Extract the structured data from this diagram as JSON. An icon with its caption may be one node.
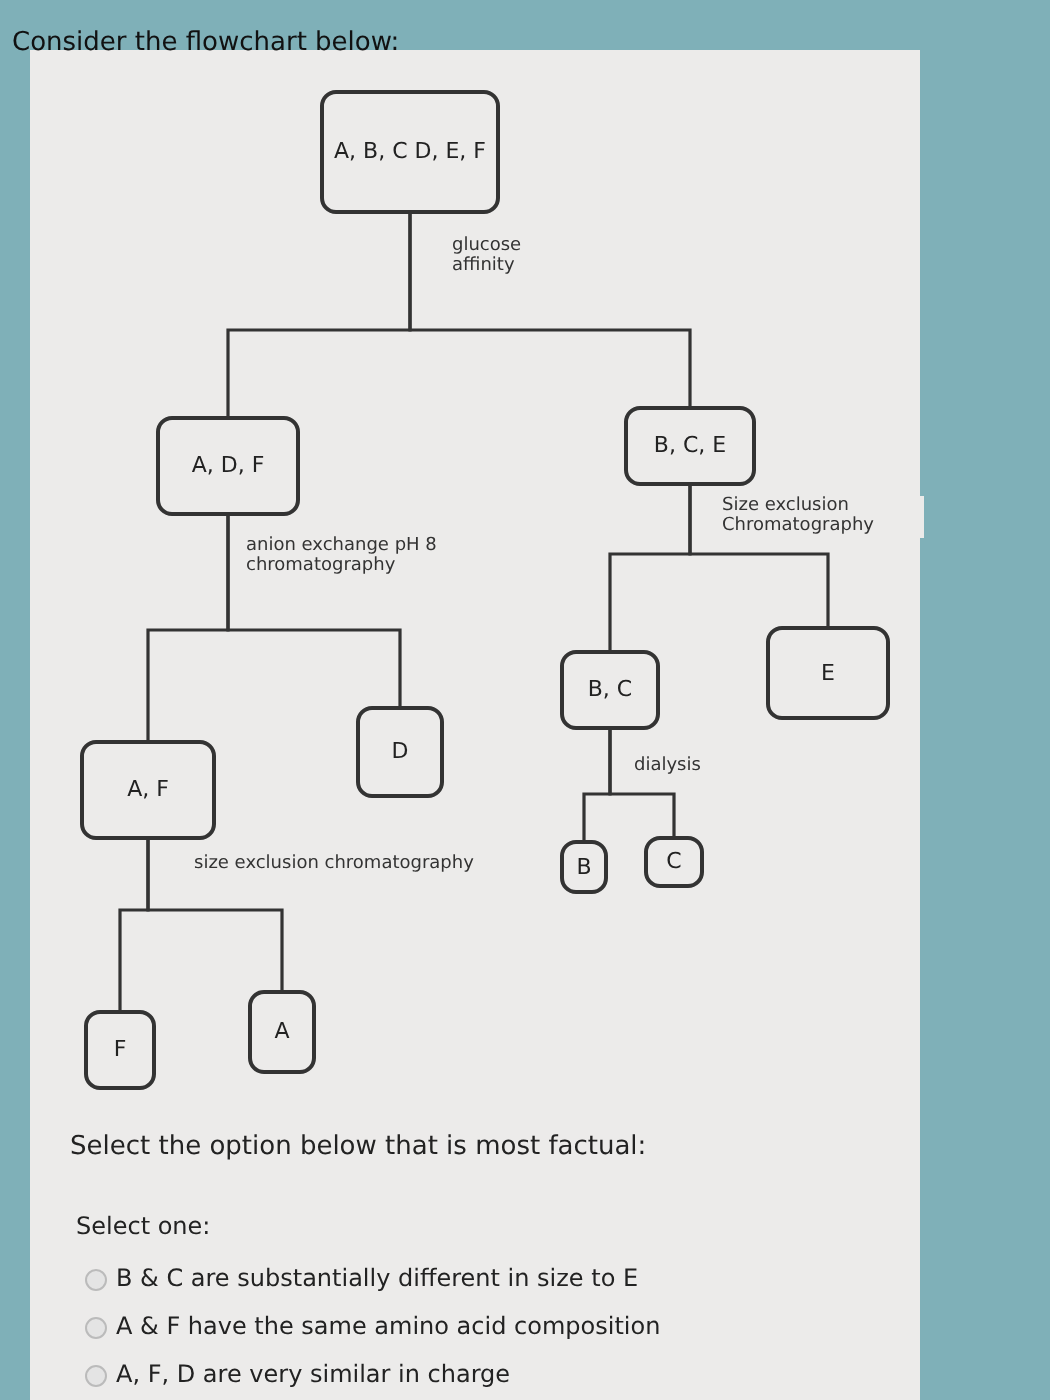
{
  "diagram": {
    "title": "Consider the flowchart below:",
    "nodes": [
      {
        "text": [
          "A, B, C D, E, F"
        ]
      },
      {
        "text": [
          "A, D, F"
        ]
      },
      {
        "text": [
          "B, C, E"
        ]
      },
      {
        "text": [
          "A, F"
        ]
      },
      {
        "text": [
          "D"
        ]
      },
      {
        "text": [
          "B, C"
        ]
      },
      {
        "text": [
          "E"
        ]
      },
      {
        "text": [
          "F"
        ]
      },
      {
        "text": [
          "A"
        ]
      },
      {
        "text": [
          "B"
        ]
      },
      {
        "text": [
          "C"
        ]
      }
    ],
    "edges": [
      {
        "from": 0,
        "to": 1,
        "arrow": "none",
        "label": "glucose affinity"
      },
      {
        "from": 0,
        "to": 2,
        "arrow": "none"
      },
      {
        "from": 1,
        "to": 3,
        "arrow": "none",
        "label": "anion exchange pH 8 chromatography"
      },
      {
        "from": 1,
        "to": 4,
        "arrow": "none"
      },
      {
        "from": 2,
        "to": 5,
        "arrow": "none",
        "label": "Size exclusion Chromatography"
      },
      {
        "from": 2,
        "to": 6,
        "arrow": "none"
      },
      {
        "from": 3,
        "to": 7,
        "arrow": "none",
        "label": "size exclusion chromatography"
      },
      {
        "from": 3,
        "to": 8,
        "arrow": "none"
      },
      {
        "from": 5,
        "to": 9,
        "arrow": "none",
        "label": "dialysis"
      },
      {
        "from": 5,
        "to": 10,
        "arrow": "none"
      }
    ],
    "labels": [
      "Select the option below that is most factual:",
      "Select one:",
      "B & C are substantially different in size to E",
      "A & F have the same amino acid composition",
      "A, F, D are very similar in charge"
    ]
  }
}
